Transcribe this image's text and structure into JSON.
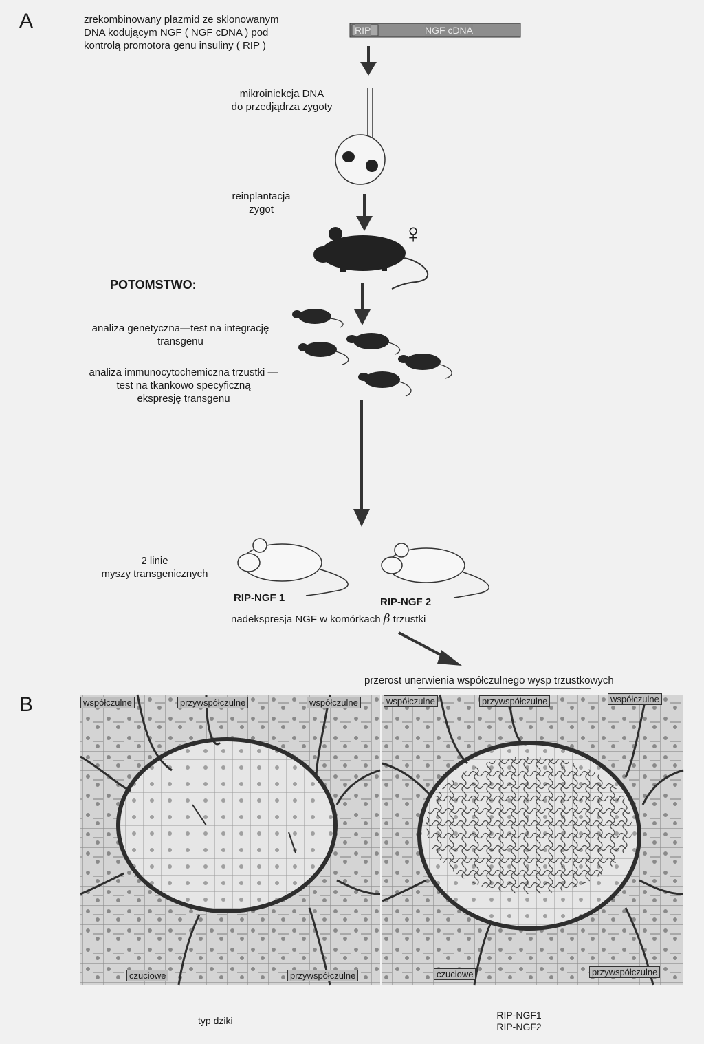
{
  "panel_a": {
    "letter": "A",
    "plasmid_text": "zrekombinowany plazmid ze sklonowanym DNA kodującym NGF ( NGF cDNA ) pod kontrolą promotora genu insuliny ( RIP )",
    "plasmid_line1": "zrekombinowany plazmid ze sklonowanym",
    "plasmid_line2": "DNA  kodującym  NGF ( NGF cDNA )  pod",
    "plasmid_line3": "kontrolą promotora genu insuliny ( RIP )",
    "rip_label": "RIP",
    "ngf_label": "NGF cDNA",
    "microinjection_line1": "mikroiniekcja DNA",
    "microinjection_line2": "do przedjądrza zygoty",
    "reimplant_line1": "reinplantacja",
    "reimplant_line2": "zygot",
    "female_symbol": "♀",
    "offspring_label": "POTOMSTWO:",
    "genetic_line1": "analiza genetyczna—test na integrację",
    "genetic_line2": "transgenu",
    "immuno_line1": "analiza immunocytochemiczna trzustki —",
    "immuno_line2": "test na tkankowo specyficzną",
    "immuno_line3": "ekspresję transgenu",
    "lines_line1": "2 linie",
    "lines_line2": "myszy transgenicznych",
    "line1_label": "RIP-NGF 1",
    "line2_label": "RIP-NGF 2",
    "overexpression": "nadekspresja NGF w komórkach",
    "beta": "β",
    "overexpression_end": "trzustki",
    "hypertrophy": "przerost unerwienia współczulnego wysp trzustkowych"
  },
  "panel_b": {
    "letter": "B",
    "left_tags": {
      "sympathetic_left": "współczulne",
      "parasympathetic_top": "przywspółczulne",
      "sympathetic_right": "współczulne",
      "sensory": "czuciowe",
      "parasympathetic_bottom": "przywspółczulne"
    },
    "right_tags": {
      "sympathetic_left": "współczulne",
      "parasympathetic_top": "przywspółczulne",
      "sympathetic_right": "współczulne",
      "sensory": "czuciowe",
      "parasympathetic_bottom": "przywspółczulne"
    },
    "caption_left": "typ dziki",
    "caption_right_line1": "RIP-NGF1",
    "caption_right_line2": "RIP-NGF2"
  }
}
